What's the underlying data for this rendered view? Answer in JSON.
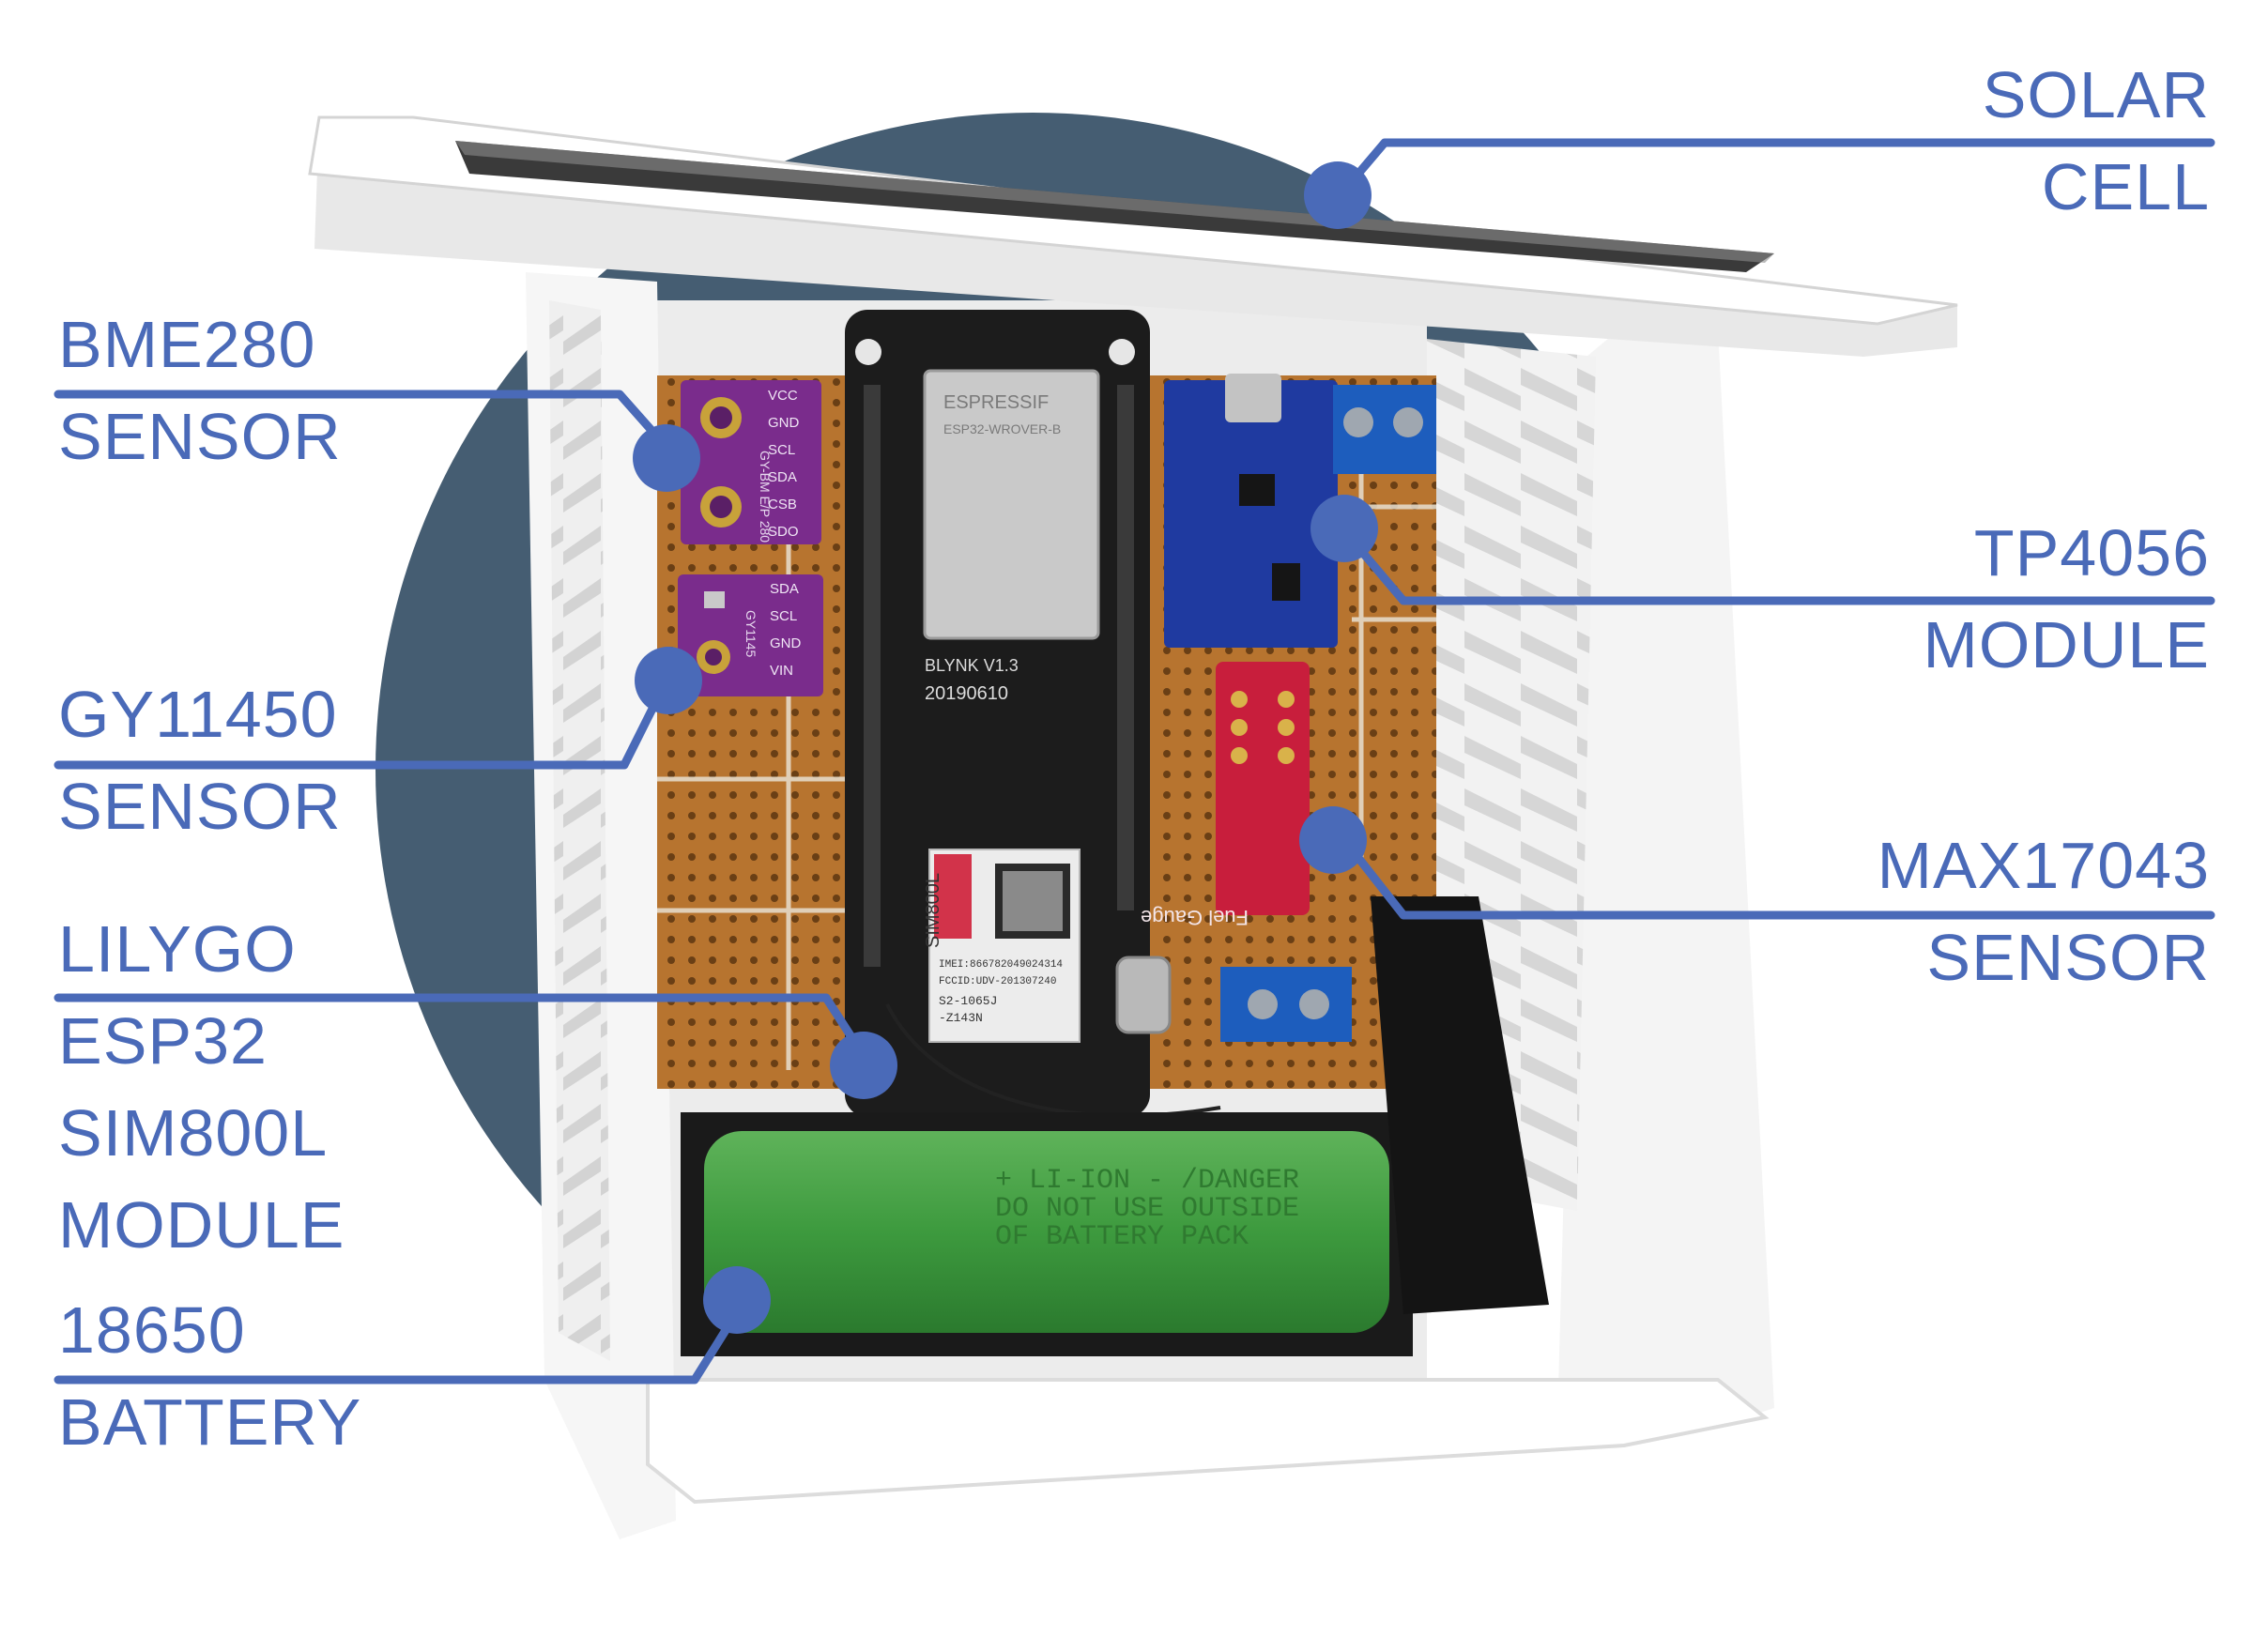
{
  "accent_color": "#4a6ab8",
  "labels": {
    "solar_cell": [
      "SOLAR",
      "CELL"
    ],
    "bme280": [
      "BME280",
      "SENSOR"
    ],
    "tp4056": [
      "TP4056",
      "MODULE"
    ],
    "gy11450": [
      "GY11450",
      "SENSOR"
    ],
    "max17043": [
      "MAX17043",
      "SENSOR"
    ],
    "lilygo": [
      "LILYGO",
      "ESP32",
      "SIM800L",
      "MODULE"
    ],
    "battery": [
      "18650",
      "BATTERY"
    ]
  },
  "board_text": {
    "esp_brand": "ESPRESSIF",
    "esp_model": "ESP32-WROVER-B",
    "blynk": "BLYNK V1.3",
    "date": "20190610",
    "sim_name": "SIM800L",
    "sim_imei": "IMEI:866782049024314",
    "sim_fcc": "FCCID:UDV-201307240",
    "sim_code": "S2-1065J",
    "sim_code2": "-Z143N",
    "bme_id": "GY-BM E/P 280",
    "bme_pins": [
      "VCC",
      "GND",
      "SCL",
      "SDA",
      "CSB",
      "SDO"
    ],
    "gy_id": "GY1145",
    "gy_pins": [
      "SDA",
      "SCL",
      "GND",
      "VIN"
    ],
    "fuel_gauge": "Fuel Gauge",
    "battery_text_1": "+ LI-ION - /DANGER",
    "battery_text_2": "DO NOT USE OUTSIDE",
    "battery_text_3": "OF BATTERY PACK"
  }
}
